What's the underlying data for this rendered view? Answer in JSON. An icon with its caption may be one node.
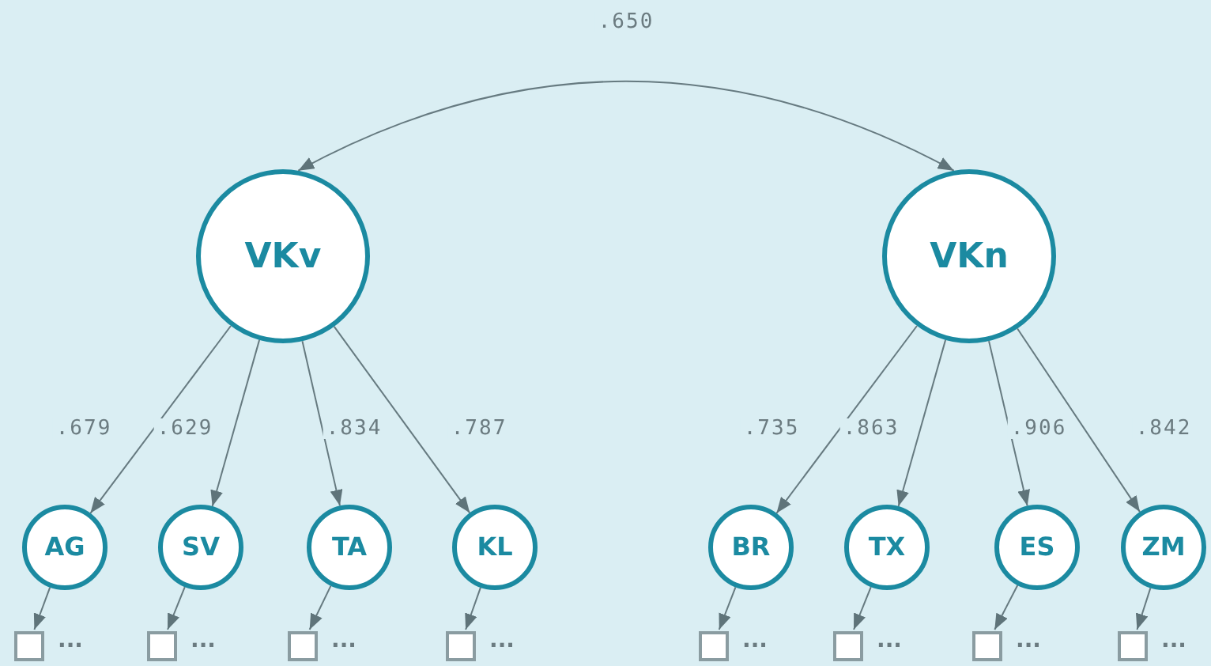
{
  "diagram": {
    "nodes": [
      {
        "text": [
          "VKv"
        ]
      },
      {
        "text": [
          "VKn"
        ]
      },
      {
        "text": [
          "AG"
        ]
      },
      {
        "text": [
          "SV"
        ]
      },
      {
        "text": [
          "TA"
        ]
      },
      {
        "text": [
          "KL"
        ]
      },
      {
        "text": [
          "BR"
        ]
      },
      {
        "text": [
          "TX"
        ]
      },
      {
        "text": [
          "ES"
        ]
      },
      {
        "text": [
          "ZM"
        ]
      },
      {
        "text": [],
        "shape": "box",
        "beside": [
          "..."
        ]
      },
      {
        "text": [],
        "shape": "box",
        "beside": [
          "..."
        ]
      },
      {
        "text": [],
        "shape": "box",
        "beside": [
          "..."
        ]
      },
      {
        "text": [],
        "shape": "box",
        "beside": [
          "..."
        ]
      },
      {
        "text": [],
        "shape": "box",
        "beside": [
          "..."
        ]
      },
      {
        "text": [],
        "shape": "box",
        "beside": [
          "..."
        ]
      },
      {
        "text": [],
        "shape": "box",
        "beside": [
          "..."
        ]
      },
      {
        "text": [],
        "shape": "box",
        "beside": [
          "..."
        ]
      }
    ],
    "edges": [
      {
        "from": 0,
        "to": 1,
        "arrow": "both",
        "label": ".650"
      },
      {
        "from": 0,
        "to": 2,
        "arrow": "to",
        "label": ".679"
      },
      {
        "from": 0,
        "to": 3,
        "arrow": "to",
        "label": ".629"
      },
      {
        "from": 0,
        "to": 4,
        "arrow": "to",
        "label": ".834"
      },
      {
        "from": 0,
        "to": 5,
        "arrow": "to",
        "label": ".787"
      },
      {
        "from": 1,
        "to": 6,
        "arrow": "to",
        "label": ".735"
      },
      {
        "from": 1,
        "to": 7,
        "arrow": "to",
        "label": ".863"
      },
      {
        "from": 1,
        "to": 8,
        "arrow": "to",
        "label": ".906"
      },
      {
        "from": 1,
        "to": 9,
        "arrow": "to",
        "label": ".842"
      },
      {
        "from": 2,
        "to": 10,
        "arrow": "to"
      },
      {
        "from": 3,
        "to": 11,
        "arrow": "to"
      },
      {
        "from": 4,
        "to": 12,
        "arrow": "to"
      },
      {
        "from": 5,
        "to": 13,
        "arrow": "to"
      },
      {
        "from": 6,
        "to": 14,
        "arrow": "to"
      },
      {
        "from": 7,
        "to": 15,
        "arrow": "to"
      },
      {
        "from": 8,
        "to": 16,
        "arrow": "to"
      },
      {
        "from": 9,
        "to": 17,
        "arrow": "to"
      }
    ]
  }
}
